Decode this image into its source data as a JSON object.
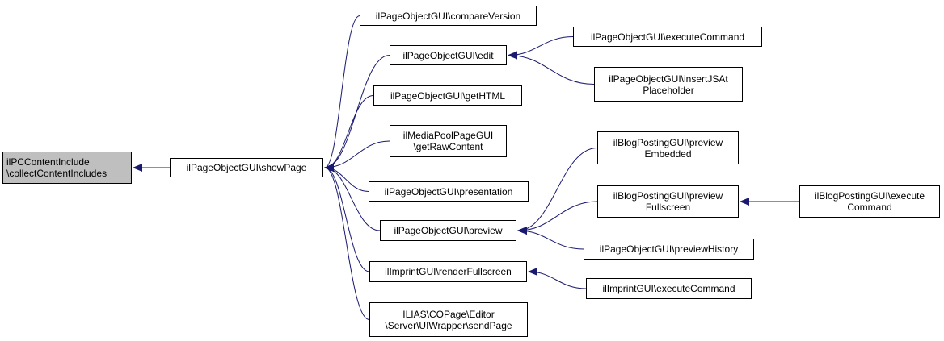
{
  "diagram": {
    "nodes": [
      {
        "id": "n_collect",
        "lines": [
          "ilPCContentInclude",
          "\\collectContentIncludes"
        ],
        "focus": true
      },
      {
        "id": "n_showpage",
        "lines": [
          "ilPageObjectGUI\\showPage"
        ]
      },
      {
        "id": "n_compare",
        "lines": [
          "ilPageObjectGUI\\compareVersion"
        ]
      },
      {
        "id": "n_edit",
        "lines": [
          "ilPageObjectGUI\\edit"
        ]
      },
      {
        "id": "n_gethtml",
        "lines": [
          "ilPageObjectGUI\\getHTML"
        ]
      },
      {
        "id": "n_mediapool",
        "lines": [
          "ilMediaPoolPageGUI",
          "\\getRawContent"
        ]
      },
      {
        "id": "n_presentation",
        "lines": [
          "ilPageObjectGUI\\presentation"
        ]
      },
      {
        "id": "n_preview",
        "lines": [
          "ilPageObjectGUI\\preview"
        ]
      },
      {
        "id": "n_imprint_render",
        "lines": [
          "ilImprintGUI\\renderFullscreen"
        ]
      },
      {
        "id": "n_sendpage",
        "lines": [
          "ILIAS\\COPage\\Editor",
          "\\Server\\UIWrapper\\sendPage"
        ]
      },
      {
        "id": "n_exec_page",
        "lines": [
          "ilPageObjectGUI\\executeCommand"
        ]
      },
      {
        "id": "n_insertjs",
        "lines": [
          "ilPageObjectGUI\\insertJSAt",
          "Placeholder"
        ]
      },
      {
        "id": "n_blog_embedded",
        "lines": [
          "ilBlogPostingGUI\\preview",
          "Embedded"
        ]
      },
      {
        "id": "n_blog_fullscreen",
        "lines": [
          "ilBlogPostingGUI\\preview",
          "Fullscreen"
        ]
      },
      {
        "id": "n_preview_history",
        "lines": [
          "ilPageObjectGUI\\previewHistory"
        ]
      },
      {
        "id": "n_imprint_exec",
        "lines": [
          "ilImprintGUI\\executeCommand"
        ]
      },
      {
        "id": "n_blog_exec",
        "lines": [
          "ilBlogPostingGUI\\execute",
          "Command"
        ]
      }
    ],
    "edges": [
      {
        "from": "n_showpage",
        "to": "n_collect"
      },
      {
        "from": "n_compare",
        "to": "n_showpage"
      },
      {
        "from": "n_edit",
        "to": "n_showpage"
      },
      {
        "from": "n_gethtml",
        "to": "n_showpage"
      },
      {
        "from": "n_mediapool",
        "to": "n_showpage"
      },
      {
        "from": "n_presentation",
        "to": "n_showpage"
      },
      {
        "from": "n_preview",
        "to": "n_showpage"
      },
      {
        "from": "n_imprint_render",
        "to": "n_showpage"
      },
      {
        "from": "n_sendpage",
        "to": "n_showpage"
      },
      {
        "from": "n_exec_page",
        "to": "n_edit"
      },
      {
        "from": "n_insertjs",
        "to": "n_edit"
      },
      {
        "from": "n_blog_embedded",
        "to": "n_preview"
      },
      {
        "from": "n_blog_fullscreen",
        "to": "n_preview"
      },
      {
        "from": "n_preview_history",
        "to": "n_preview"
      },
      {
        "from": "n_imprint_exec",
        "to": "n_imprint_render"
      },
      {
        "from": "n_blog_exec",
        "to": "n_blog_fullscreen"
      }
    ],
    "colors": {
      "edge": "#191970",
      "focus_fill": "#bfbfbf",
      "node_fill": "#ffffff",
      "border": "#000000"
    }
  }
}
